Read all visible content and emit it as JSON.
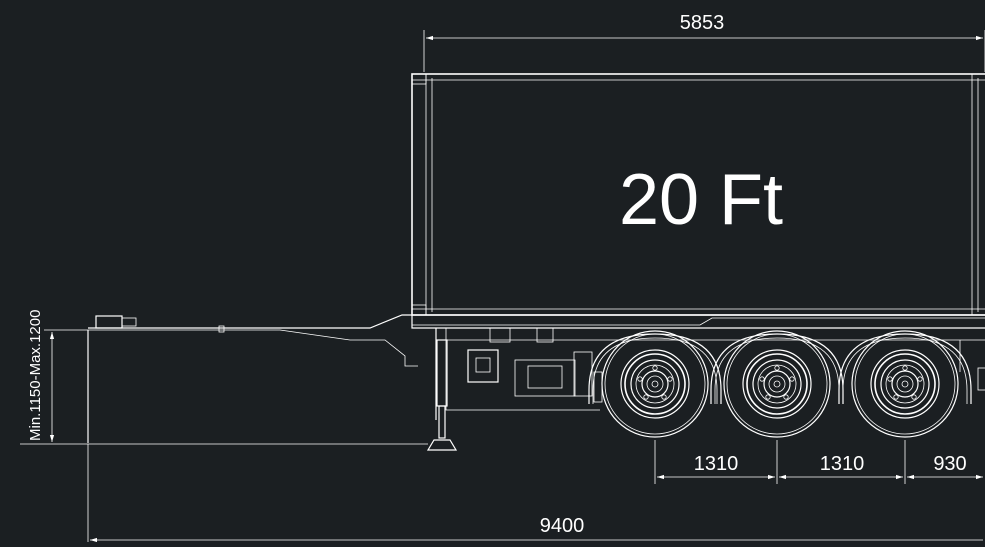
{
  "drawing": {
    "container_label": "20 Ft",
    "dimensions": {
      "container_length": "5853",
      "overall_length": "9400",
      "axle_spacing_1": "1310",
      "axle_spacing_2": "1310",
      "rear_overhang": "930",
      "coupling_height": "Min.1150-Max.1200"
    }
  },
  "colors": {
    "background": "#1b1f22",
    "lines": "#ffffff"
  }
}
